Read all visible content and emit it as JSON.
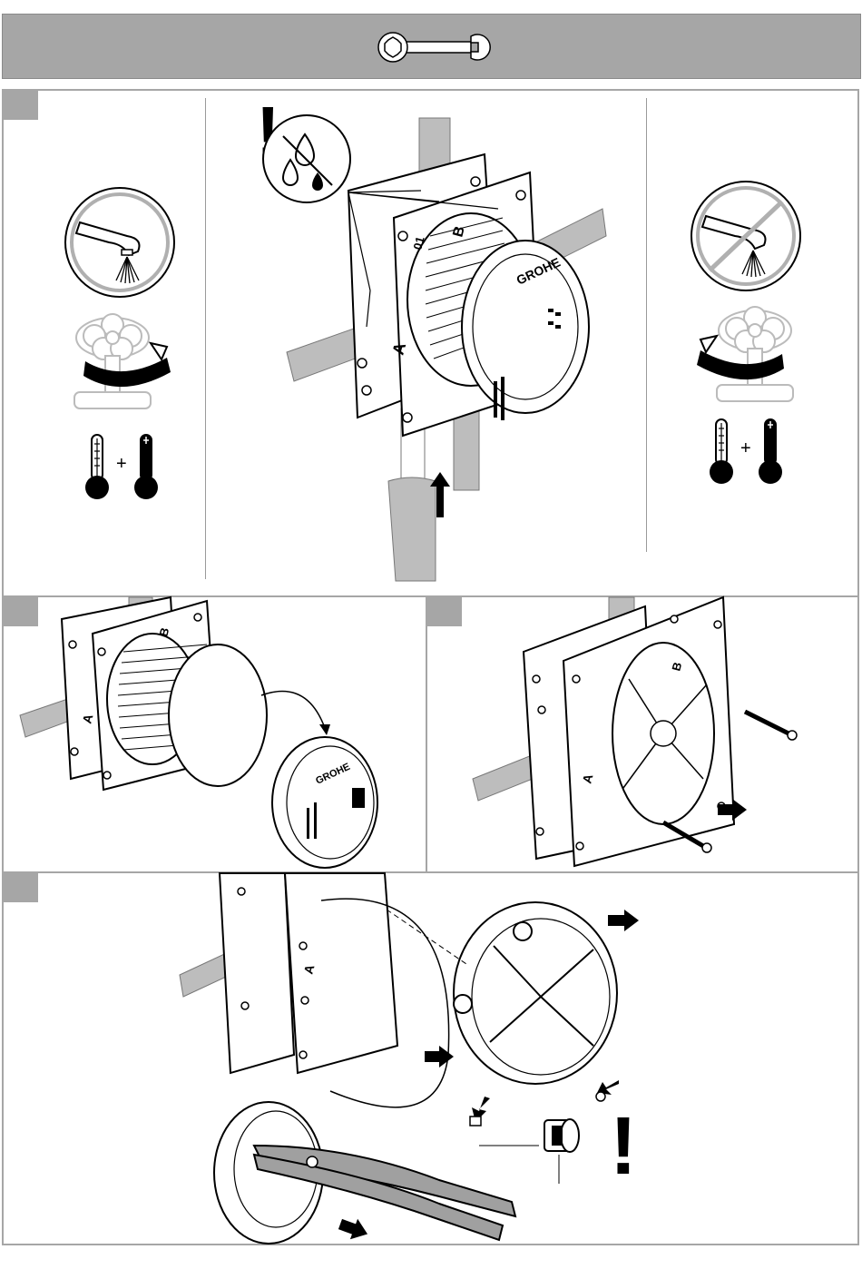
{
  "brand": "GROHE",
  "labels": {
    "port_a": "A",
    "port_b": "B",
    "plus": "+",
    "warning": "!",
    "marking": "01"
  },
  "icons": {
    "header": "wrench-icon",
    "faucet_flow": "faucet-running-icon",
    "faucet_off": "faucet-off-icon",
    "valve_close": "valve-close-icon",
    "valve_open": "valve-open-icon",
    "thermo_cold": "thermometer-cold-icon",
    "thermo_hot": "thermometer-hot-icon",
    "leak": "water-drop-leak-icon",
    "arrow": "direction-arrow-icon",
    "pliers": "pliers-icon",
    "screw": "screw-icon",
    "filter": "filter-insert-icon"
  },
  "colors": {
    "header_bg": "#a6a6a6",
    "panel_border": "#a6a6a6",
    "pipe": "#b4b4b4",
    "ink": "#000000"
  }
}
